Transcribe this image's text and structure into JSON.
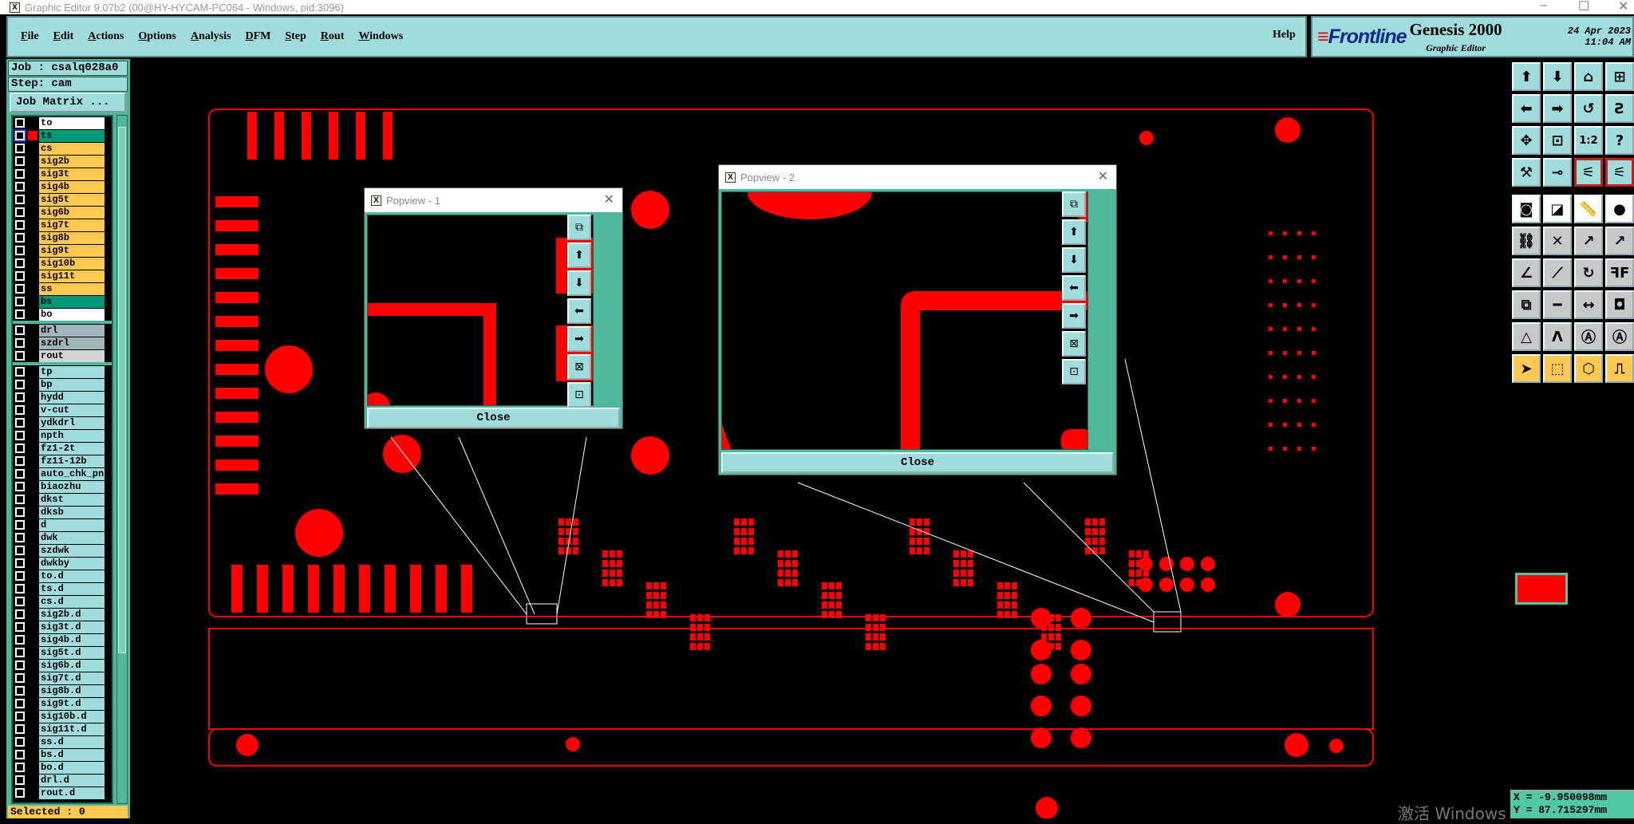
{
  "window": {
    "title": "Graphic Editor 9.07b2 (00@HY-HYCAM-PC064 - Windows, pid:3096)",
    "minimize": "–",
    "maximize": "☐",
    "close": "✕"
  },
  "menu": [
    "File",
    "Edit",
    "Actions",
    "Options",
    "Analysis",
    "DFM",
    "Step",
    "Rout",
    "Windows"
  ],
  "help": "Help",
  "brand": {
    "logo": "Frontline",
    "product": "Genesis 2000",
    "subtitle": "Graphic Editor",
    "date": "24 Apr 2023",
    "time": "11:04 AM"
  },
  "job": {
    "job_label": "Job : csalq028a0",
    "step_label": "Step: cam",
    "job_matrix": "Job Matrix ..."
  },
  "layers": {
    "group1": [
      {
        "name": "to",
        "color": "#ffffff"
      },
      {
        "name": "ts",
        "color": "#009a78",
        "active": true
      },
      {
        "name": "cs",
        "color": "#ffc850"
      },
      {
        "name": "sig2b",
        "color": "#ffc850"
      },
      {
        "name": "sig3t",
        "color": "#ffc850"
      },
      {
        "name": "sig4b",
        "color": "#ffc850"
      },
      {
        "name": "sig5t",
        "color": "#ffc850"
      },
      {
        "name": "sig6b",
        "color": "#ffc850"
      },
      {
        "name": "sig7t",
        "color": "#ffc850"
      },
      {
        "name": "sig8b",
        "color": "#ffc850"
      },
      {
        "name": "sig9t",
        "color": "#ffc850"
      },
      {
        "name": "sig10b",
        "color": "#ffc850"
      },
      {
        "name": "sig11t",
        "color": "#ffc850"
      },
      {
        "name": "ss",
        "color": "#ffc850"
      },
      {
        "name": "bs",
        "color": "#009a78"
      },
      {
        "name": "bo",
        "color": "#ffffff"
      }
    ],
    "group2": [
      {
        "name": "drl",
        "color": "#a0b4bc"
      },
      {
        "name": "szdrl",
        "color": "#a0b4bc"
      },
      {
        "name": "rout",
        "color": "#d4d4d4"
      }
    ],
    "group3": [
      "tp",
      "bp",
      "hydd",
      "v-cut",
      "ydkdrl",
      "npth",
      "fz1-2t",
      "fz11-12b",
      "auto_chk_pnl",
      "biaozhu",
      "dkst",
      "dksb",
      "d",
      "dwk",
      "szdwk",
      "dwkby",
      "to.d",
      "ts.d",
      "cs.d",
      "sig2b.d",
      "sig3t.d",
      "sig4b.d",
      "sig5t.d",
      "sig6b.d",
      "sig7t.d",
      "sig8b.d",
      "sig9t.d",
      "sig10b.d",
      "sig11t.d",
      "ss.d",
      "bs.d",
      "bo.d",
      "drl.d",
      "rout.d"
    ]
  },
  "selected": "Selected : 0",
  "popview1": {
    "title": "Popview - 1",
    "close": "Close"
  },
  "popview2": {
    "title": "Popview - 2",
    "close": "Close"
  },
  "popview_buttons": [
    {
      "icon": "zoom-window-icon",
      "glyph": "⧉"
    },
    {
      "icon": "pan-up-icon",
      "glyph": "⬆"
    },
    {
      "icon": "pan-down-icon",
      "glyph": "⬇"
    },
    {
      "icon": "pan-left-icon",
      "glyph": "⬅"
    },
    {
      "icon": "pan-right-icon",
      "glyph": "➡"
    },
    {
      "icon": "zoom-out-icon",
      "glyph": "⊠"
    },
    {
      "icon": "zoom-in-icon",
      "glyph": "⊡"
    }
  ],
  "toolbar": [
    {
      "icon": "pan-up-icon",
      "glyph": "⬆",
      "style": ""
    },
    {
      "icon": "pan-down-icon",
      "glyph": "⬇",
      "style": ""
    },
    {
      "icon": "home-icon",
      "glyph": "⌂",
      "style": ""
    },
    {
      "icon": "grid-xy-icon",
      "glyph": "⊞",
      "style": ""
    },
    {
      "icon": "pan-left-icon",
      "glyph": "⬅",
      "style": ""
    },
    {
      "icon": "pan-right-icon",
      "glyph": "➡",
      "style": ""
    },
    {
      "icon": "undo-zoom-icon",
      "glyph": "↺",
      "style": ""
    },
    {
      "icon": "snap-icon",
      "glyph": "Ƨ",
      "style": ""
    },
    {
      "icon": "zoom-fit-icon",
      "glyph": "✥",
      "style": ""
    },
    {
      "icon": "zoom-center-icon",
      "glyph": "⊡",
      "style": ""
    },
    {
      "icon": "scale-1-2-icon",
      "glyph": "1:2",
      "style": ""
    },
    {
      "icon": "help-icon",
      "glyph": "?",
      "style": ""
    },
    {
      "icon": "tools-icon",
      "glyph": "⚒",
      "style": ""
    },
    {
      "icon": "probe-icon",
      "glyph": "⊸",
      "style": ""
    },
    {
      "icon": "net-signal-icon",
      "glyph": "⚟",
      "style": "r"
    },
    {
      "icon": "net-signal-alt-icon",
      "glyph": "⚟",
      "style": "r"
    },
    {
      "icon": "feature-select-icon",
      "glyph": "◙",
      "style": "w"
    },
    {
      "icon": "measure-pad-icon",
      "glyph": "◪",
      "style": "w"
    },
    {
      "icon": "ruler-icon",
      "glyph": "📏",
      "style": "w"
    },
    {
      "icon": "pad-icon",
      "glyph": "●",
      "style": "w"
    },
    {
      "icon": "connect-pads-icon",
      "glyph": "⛓",
      "style": "g"
    },
    {
      "icon": "delete-cross-icon",
      "glyph": "✕",
      "style": "g"
    },
    {
      "icon": "move-pad-icon",
      "glyph": "↗",
      "style": "g"
    },
    {
      "icon": "copy-pad-icon",
      "glyph": "↗",
      "style": "g"
    },
    {
      "icon": "angle-line-icon",
      "glyph": "∠",
      "style": "g"
    },
    {
      "icon": "line-icon",
      "glyph": "⟋",
      "style": "g"
    },
    {
      "icon": "rotate-icon",
      "glyph": "↻",
      "style": "g"
    },
    {
      "icon": "mirror-icon",
      "glyph": "ꟻF",
      "style": "g"
    },
    {
      "icon": "move-square-icon",
      "glyph": "⧉",
      "style": "g"
    },
    {
      "icon": "segment-icon",
      "glyph": "━",
      "style": "g"
    },
    {
      "icon": "dimension-icon",
      "glyph": "↔",
      "style": "g"
    },
    {
      "icon": "shapes-icon",
      "glyph": "◘",
      "style": "g"
    },
    {
      "icon": "arc-small-icon",
      "glyph": "△",
      "style": "g"
    },
    {
      "icon": "arc-tall-icon",
      "glyph": "Λ",
      "style": "g"
    },
    {
      "icon": "arc-wide-icon",
      "glyph": "Ⓐ",
      "style": "g"
    },
    {
      "icon": "arc-cross-icon",
      "glyph": "Ⓐ",
      "style": "g"
    },
    {
      "icon": "pointer-icon",
      "glyph": "➤",
      "style": "o"
    },
    {
      "icon": "pointer-box-icon",
      "glyph": "⬚",
      "style": "o"
    },
    {
      "icon": "pointer-poly-icon",
      "glyph": "⬡",
      "style": "o"
    },
    {
      "icon": "pointer-route-icon",
      "glyph": "⎍",
      "style": "o"
    }
  ],
  "coords": {
    "x": "X = -9.950098mm",
    "y": "Y = 87.715297mm"
  },
  "watermark": "激活 Windows"
}
